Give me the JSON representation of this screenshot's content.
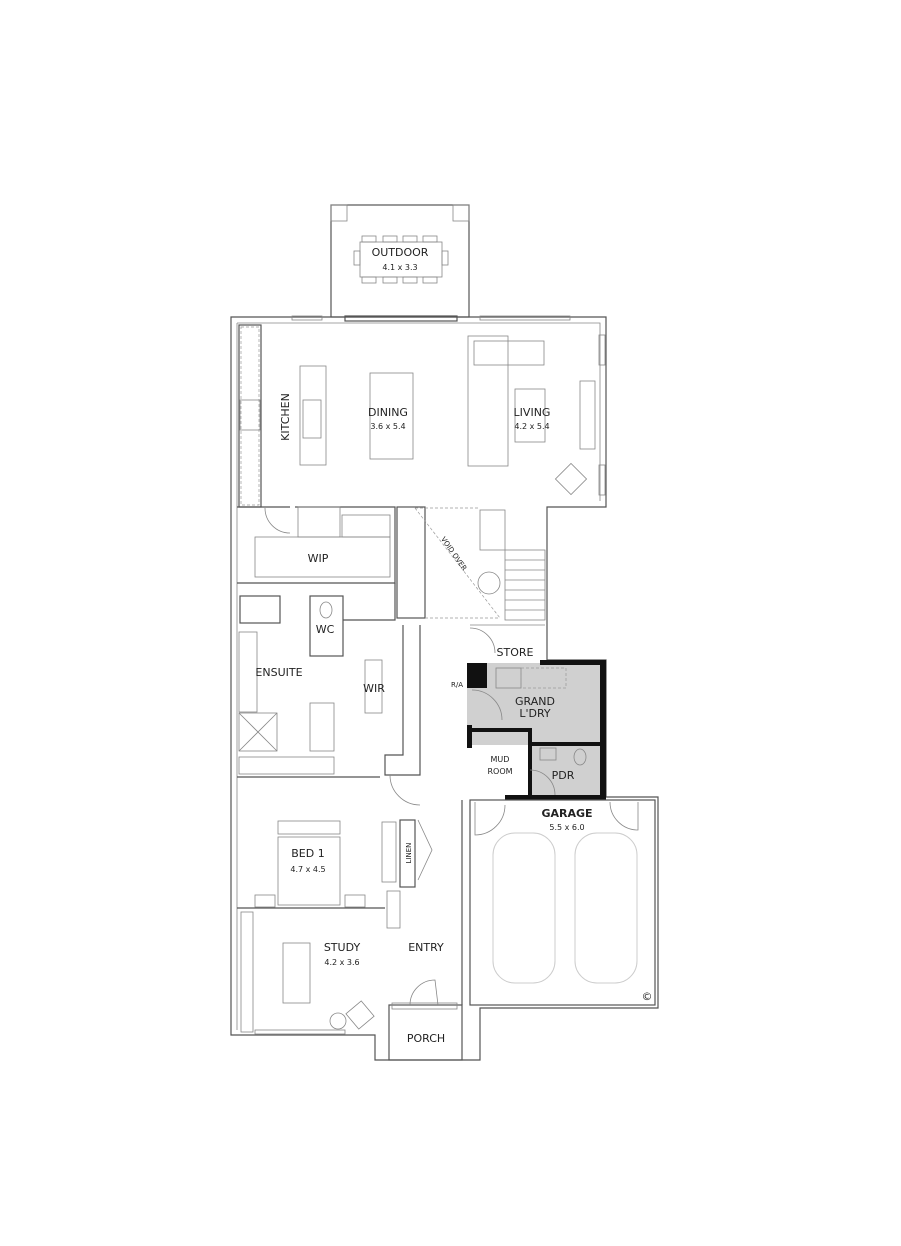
{
  "rooms": {
    "outdoor": {
      "name": "OUTDOOR",
      "size": "4.1 x 3.3"
    },
    "kitchen": {
      "name": "KITCHEN"
    },
    "dining": {
      "name": "DINING",
      "size": "3.6 x 5.4"
    },
    "living": {
      "name": "LIVING",
      "size": "4.2 x 5.4"
    },
    "wip": {
      "name": "WIP"
    },
    "void": {
      "name": "VOID OVER"
    },
    "wc": {
      "name": "WC"
    },
    "ensuite": {
      "name": "ENSUITE"
    },
    "wir": {
      "name": "WIR"
    },
    "store": {
      "name": "STORE"
    },
    "ra": {
      "name": "R/A"
    },
    "laundry": {
      "name": "GRAND",
      "name2": "L'DRY"
    },
    "mudroom": {
      "name": "MUD",
      "name2": "ROOM"
    },
    "pdr": {
      "name": "PDR"
    },
    "garage": {
      "name": "GARAGE",
      "size": "5.5 x 6.0"
    },
    "bed1": {
      "name": "BED 1",
      "size": "4.7 x 4.5"
    },
    "linen": {
      "name": "LINEN"
    },
    "study": {
      "name": "STUDY",
      "size": "4.2 x 3.6"
    },
    "entry": {
      "name": "ENTRY"
    },
    "porch": {
      "name": "PORCH"
    }
  },
  "copyright": "©",
  "colors": {
    "wet_area_fill": "#d0d0d0",
    "wall": "#555555",
    "solid_wall": "#111111"
  }
}
